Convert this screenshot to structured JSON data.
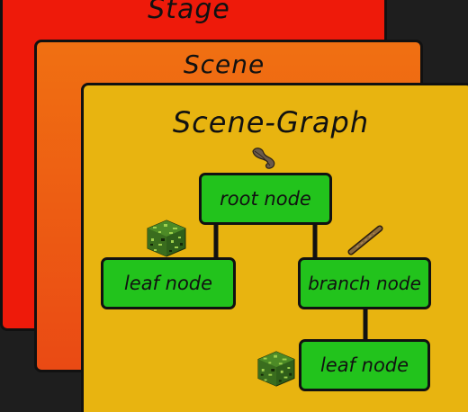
{
  "stage": {
    "title": "Stage"
  },
  "scene": {
    "title": "Scene"
  },
  "scene_graph": {
    "title": "Scene-Graph",
    "nodes": {
      "root": "root node",
      "leaf_left": "leaf node",
      "branch": "branch node",
      "leaf_bottom": "leaf node"
    }
  },
  "colors": {
    "stage": "#ee1a0a",
    "scene": "#f07012",
    "scene_graph": "#e8b410",
    "node": "#22c31c",
    "outline": "#111111",
    "background": "#1e1e1e"
  },
  "icons": {
    "root": "feather-icon",
    "leaf_left": "leaf-block-icon",
    "branch": "stick-icon",
    "leaf_bottom": "leaf-block-icon"
  }
}
